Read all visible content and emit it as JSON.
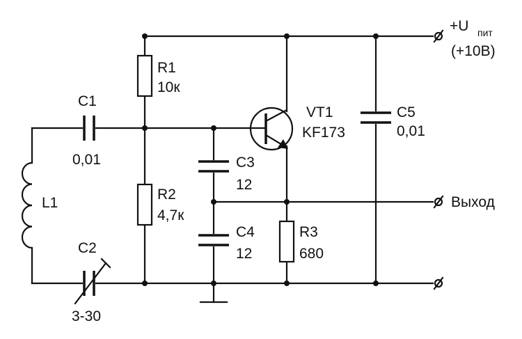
{
  "components": {
    "r1": {
      "ref": "R1",
      "value": "10к"
    },
    "r2": {
      "ref": "R2",
      "value": "4,7к"
    },
    "r3": {
      "ref": "R3",
      "value": "680"
    },
    "c1": {
      "ref": "C1",
      "value": "0,01"
    },
    "c2": {
      "ref": "C2",
      "value": "3-30"
    },
    "c3": {
      "ref": "C3",
      "value": "12"
    },
    "c4": {
      "ref": "C4",
      "value": "12"
    },
    "c5": {
      "ref": "C5",
      "value": "0,01"
    },
    "l1": {
      "ref": "L1"
    },
    "vt1": {
      "ref": "VT1",
      "value": "KF173"
    }
  },
  "terminals": {
    "supply": {
      "symbol": "+U",
      "subscript": "пит",
      "voltage": "(+10В)"
    },
    "output": {
      "label": "Выход"
    }
  }
}
